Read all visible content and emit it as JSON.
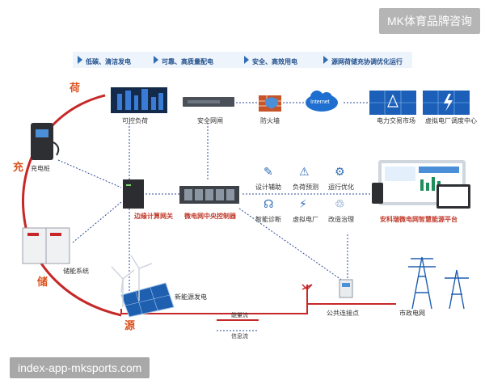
{
  "watermark_top": "MK体育品牌咨询",
  "watermark_bottom": "index-app-mksports.com",
  "banner": [
    "低碳、清洁发电",
    "可靠、高质量配电",
    "安全、高效用电",
    "源网荷储充协调优化运行"
  ],
  "side": {
    "he": "荷",
    "chong": "充",
    "chu": "储",
    "yuan": "源"
  },
  "nodes": {
    "controllable_load": "可控负荷",
    "security_gateway": "安全网闸",
    "firewall": "防火墙",
    "internet": "Internet",
    "power_trading": "电力交易市场",
    "virtual_plant_center": "虚拟电厂调度中心",
    "charging_pile": "充电桩",
    "edge_gateway": "边缘计算网关",
    "central_controller": "微电网中央控制器",
    "energy_storage": "储能系统",
    "new_energy": "新能源发电",
    "pcc": "公共连接点",
    "grid": "市政电网",
    "platform": "安科瑞微电网智慧能源平台"
  },
  "functions": [
    "设计辅助",
    "负荷预测",
    "运行优化",
    "智能诊断",
    "虚拟电厂",
    "改造治理"
  ],
  "legend": {
    "energy": "能量流",
    "info": "信息流"
  },
  "colors": {
    "energy": "#c62828",
    "info": "#2c4a9a",
    "accent": "#d9531e",
    "banner": "#1f4e8c"
  }
}
